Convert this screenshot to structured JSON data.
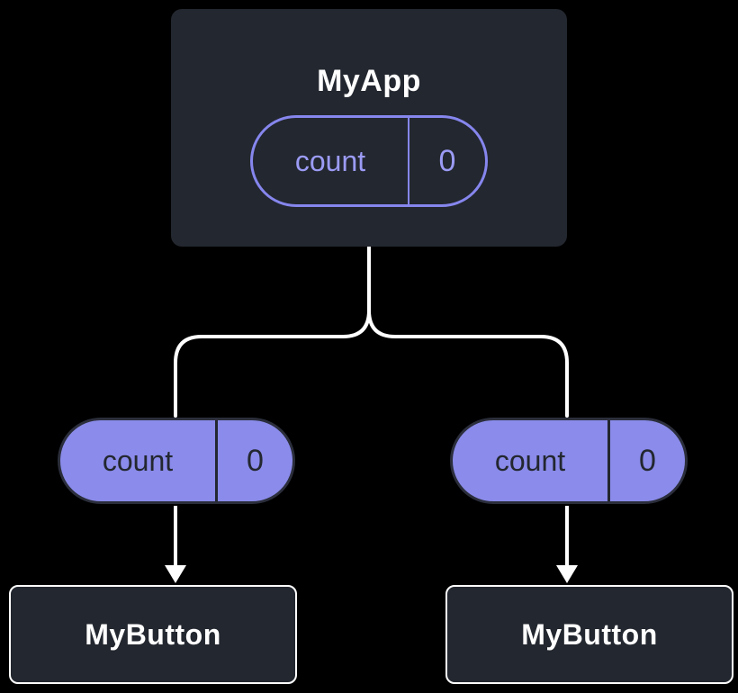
{
  "diagram": {
    "parent": {
      "title": "MyApp",
      "state": {
        "label": "count",
        "value": "0"
      }
    },
    "left_prop": {
      "label": "count",
      "value": "0"
    },
    "right_prop": {
      "label": "count",
      "value": "0"
    },
    "left_child": {
      "title": "MyButton"
    },
    "right_child": {
      "title": "MyButton"
    },
    "colors": {
      "background": "#000000",
      "node_fill": "#23272f",
      "node_border": "#ffffff",
      "node_text": "#ffffff",
      "state_pill_border": "#8686ee",
      "state_pill_text": "#9b9bf5",
      "prop_pill_fill": "#8a8bea",
      "prop_pill_text": "#23272f",
      "connector": "#ffffff"
    }
  }
}
